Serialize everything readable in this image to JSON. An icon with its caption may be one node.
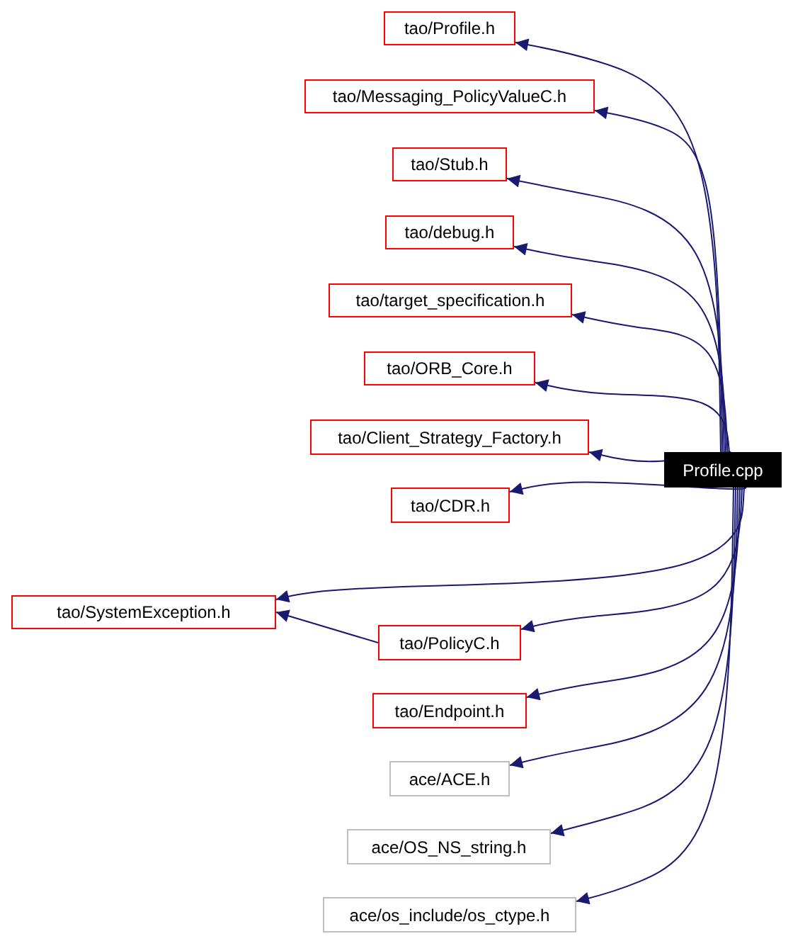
{
  "diagram": {
    "nodes": [
      {
        "text": [
          "Profile.cpp"
        ]
      },
      {
        "text": [
          "tao/Profile.h"
        ]
      },
      {
        "text": [
          "tao/Messaging_PolicyValueC.h"
        ]
      },
      {
        "text": [
          "tao/Stub.h"
        ]
      },
      {
        "text": [
          "tao/debug.h"
        ]
      },
      {
        "text": [
          "tao/target_specification.h"
        ]
      },
      {
        "text": [
          "tao/ORB_Core.h"
        ]
      },
      {
        "text": [
          "tao/Client_Strategy_Factory.h"
        ]
      },
      {
        "text": [
          "tao/CDR.h"
        ]
      },
      {
        "text": [
          "tao/SystemException.h"
        ]
      },
      {
        "text": [
          "tao/PolicyC.h"
        ]
      },
      {
        "text": [
          "tao/Endpoint.h"
        ]
      },
      {
        "text": [
          "ace/ACE.h"
        ]
      },
      {
        "text": [
          "ace/OS_NS_string.h"
        ]
      },
      {
        "text": [
          "ace/os_include/os_ctype.h"
        ]
      }
    ],
    "edges": [
      {
        "from": 0,
        "to": 1,
        "arrow": "to"
      },
      {
        "from": 0,
        "to": 2,
        "arrow": "to"
      },
      {
        "from": 0,
        "to": 3,
        "arrow": "to"
      },
      {
        "from": 0,
        "to": 4,
        "arrow": "to"
      },
      {
        "from": 0,
        "to": 5,
        "arrow": "to"
      },
      {
        "from": 0,
        "to": 6,
        "arrow": "to"
      },
      {
        "from": 0,
        "to": 7,
        "arrow": "to"
      },
      {
        "from": 0,
        "to": 8,
        "arrow": "to"
      },
      {
        "from": 0,
        "to": 9,
        "arrow": "to"
      },
      {
        "from": 0,
        "to": 10,
        "arrow": "to"
      },
      {
        "from": 0,
        "to": 11,
        "arrow": "to"
      },
      {
        "from": 0,
        "to": 12,
        "arrow": "to"
      },
      {
        "from": 0,
        "to": 13,
        "arrow": "to"
      },
      {
        "from": 0,
        "to": 14,
        "arrow": "to"
      },
      {
        "from": 10,
        "to": 9,
        "arrow": "to"
      }
    ]
  }
}
